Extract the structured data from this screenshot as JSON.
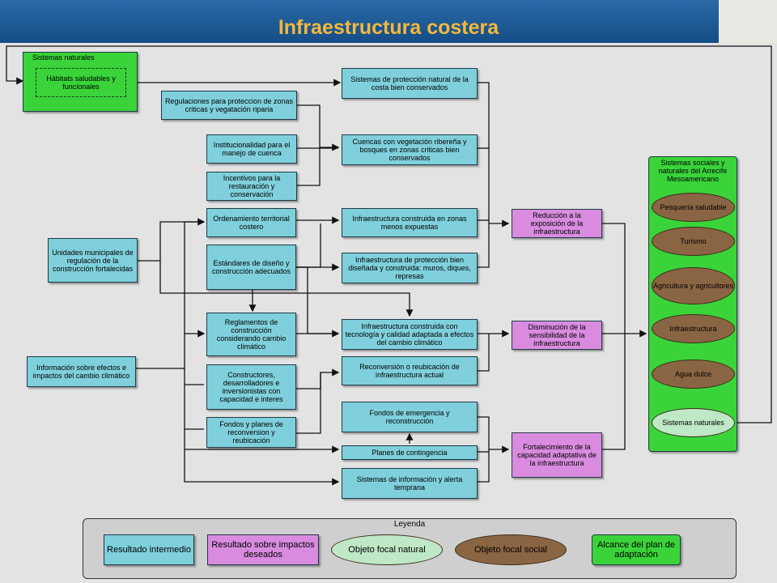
{
  "title": "Infraestructura costera",
  "colors": {
    "header": "#1b5a96",
    "title": "#f4b83a",
    "intermediate": "#7fd0dc",
    "impact": "#d98cdf",
    "scope": "#3ad43a",
    "natural_focal": "#bfe8c6",
    "social_focal": "#8a6543"
  },
  "natural_systems": {
    "title": "Sistemas naturales",
    "habitats": "Hábitats saludables y funcionales"
  },
  "nodes": {
    "proteccion_natural": "Sistemas de protección natural de la costa bien conservados",
    "regulaciones": "Regulaciones para proteccion de zonas criticas y vegatación riparia",
    "institucionalidad": "Institucionalidad para el manejo de cuenca",
    "incentivos": "Incentivos para la restauración y conservación",
    "cuencas": "Cuencas con vegetación ribereña y bosques en zonas criticas bien conservados",
    "ordenamiento": "Ordenamiento territorial costero",
    "estandares": "Estándares de diseño y construcción adecuados",
    "unidades": "Unidades municipales de regulación de la construcción fortalecidas",
    "infra_expuestas": "Infraestructura construida en zonas menos expuestas",
    "infra_proteccion": "Infraestructura de protección bien diseñada y construida: muros, diques, represas",
    "reduccion": "Reducción a la exposición de la infraestructura",
    "reglamentos": "Reglamentos de construcción considerando cambio climático",
    "informacion": "Información sobre efectos e impactos del cambio climático",
    "constructores": "Constructores, desarrolladores e inversionistas con capacidad e interes",
    "infra_tecnologia": "Infraestructura construida con tecnología y calidad adaptada a efectos del cambio climático",
    "reconversion": "Reconversión o reubicación de infraestructura actual",
    "disminucion": "Disminución de la sensibilidad de la infraestructura",
    "fondos_planes": "Fondos y planes de reconversion y reubicación",
    "fondos_emergencia": "Fondos de emergencia y reconstrucción",
    "planes_contingencia": "Planes de contingencia",
    "sistemas_alerta": "Sistemas de información y alerta temprana",
    "fortalecimiento": "Fortalecimiento de la capacidad adaptativa de la infraestructura"
  },
  "social_systems": {
    "title": "Sistemas sociales y naturales del Arrecife Mesoamericano",
    "items": [
      "Pesquería saludable",
      "Turismo",
      "Agricultura y agricultores",
      "Infraestructura",
      "Agua dulce",
      "Sistemas naturales"
    ]
  },
  "legend": {
    "title": "Leyenda",
    "intermediate": "Resultado intermedio",
    "impact": "Resultado sobre impactos deseados",
    "natural_focal": "Objeto focal natural",
    "social_focal": "Objeto focal social",
    "scope": "Alcance del plan de adaptación"
  }
}
